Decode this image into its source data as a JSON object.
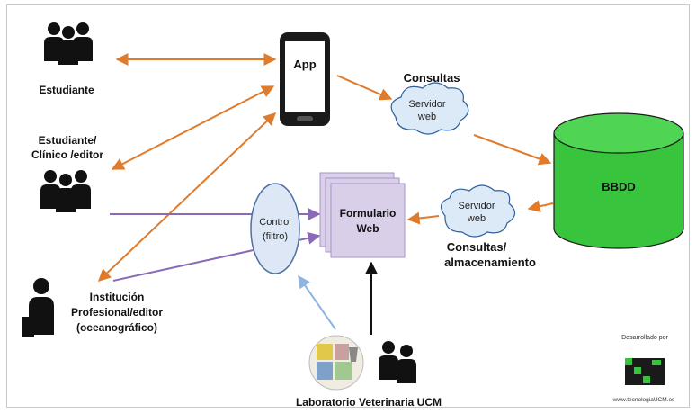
{
  "actors": {
    "estudiante": "Estudiante",
    "clinico_line1": "Estudiante/",
    "clinico_line2": "Clínico /editor",
    "institucion_line1": "Institución",
    "institucion_line2": "Profesional/editor",
    "institucion_line3": "(oceanográfico)"
  },
  "app": {
    "label": "App"
  },
  "cloud_top": {
    "line1": "Servidor",
    "line2": "web",
    "caption": "Consultas"
  },
  "cloud_bottom": {
    "line1": "Servidor",
    "line2": "web",
    "caption_line1": "Consultas/",
    "caption_line2": "almacenamiento"
  },
  "database": {
    "label": "BBDD"
  },
  "control": {
    "line1": "Control",
    "line2": "(filtro)"
  },
  "form": {
    "line1": "Formulario",
    "line2": "Web"
  },
  "lab": {
    "label": "Laboratorio Veterinaria UCM"
  },
  "credit": {
    "line1": "Desarrollado por",
    "url": "www.tecnologiaUCM.es"
  },
  "colors": {
    "orange": "#e07b2c",
    "purple": "#8a6ab6",
    "lightblue": "#8fb4e0",
    "green": "#38c43c",
    "form_fill": "#d9cfe8",
    "cloud_fill": "#dce9f7"
  },
  "icons": [
    "people-group-icon",
    "smartphone-icon",
    "cloud-icon",
    "database-cylinder-icon",
    "businessman-icon",
    "lab-collage-icon",
    "logo-icon"
  ]
}
